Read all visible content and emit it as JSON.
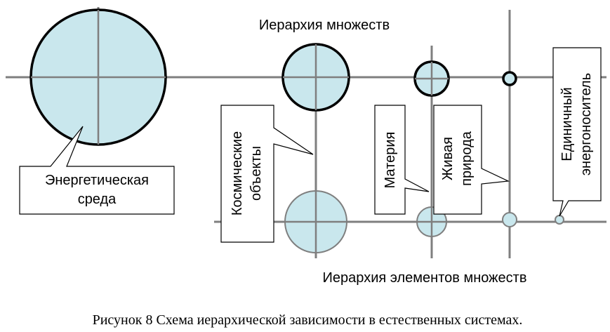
{
  "title_top": "Иерархия множеств",
  "title_bottom": "Иерархия элементов множеств",
  "callouts": {
    "energy_env": [
      "Энергетическая",
      "среда"
    ],
    "cosmic": [
      "Космические",
      "объекты"
    ],
    "matter": [
      "Материя"
    ],
    "living": [
      "Живая",
      "природа"
    ],
    "carrier": [
      "Единичный",
      "энергоноситель"
    ]
  },
  "caption": "Рисунок 8 Схема иерархической зависимости в естественных системах.",
  "colors": {
    "circle_fill": "#c9e7ed",
    "line": "#7f7f7f",
    "outline": "#000000"
  }
}
